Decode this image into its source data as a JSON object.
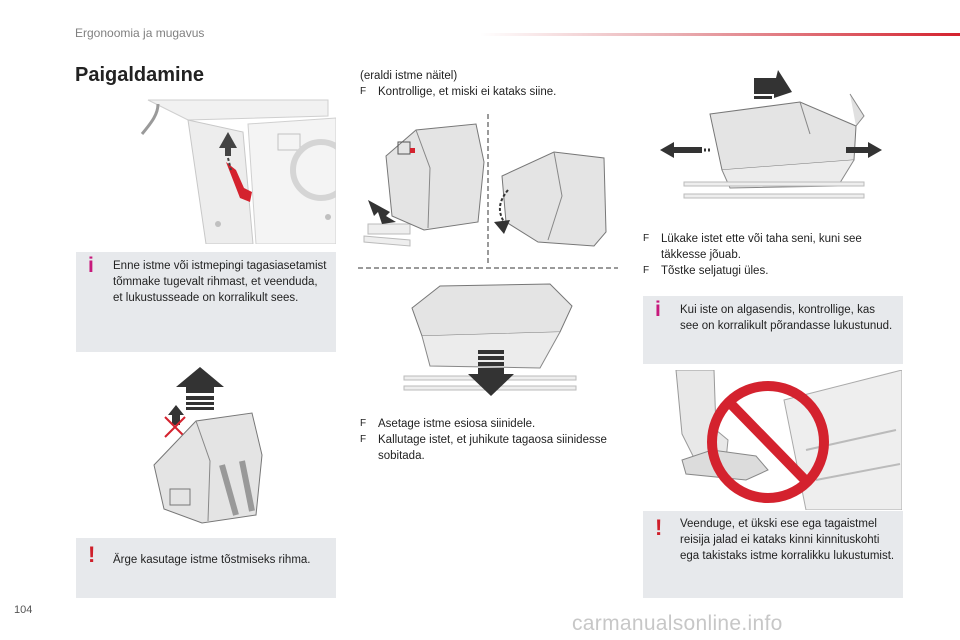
{
  "header": {
    "section": "Ergonoomia ja mugavus"
  },
  "page": {
    "title": "Paigaldamine",
    "number": "104"
  },
  "col2": {
    "intro": "(eraldi istme näitel)",
    "steps_top": [
      {
        "symbol": "F",
        "text": "Kontrollige, et miski ei kataks siine."
      }
    ],
    "steps_middle": [
      {
        "symbol": "F",
        "text": "Asetage istme esiosa siinidele."
      },
      {
        "symbol": "F",
        "text": "Kallutage istet, et juhikute tagaosa siinidesse sobitada."
      }
    ]
  },
  "col3": {
    "steps": [
      {
        "symbol": "F",
        "text": "Lükake istet ette või taha seni, kuni see täkkesse jõuab."
      },
      {
        "symbol": "F",
        "text": "Tõstke seljatugi üles."
      }
    ]
  },
  "notes": {
    "strap_info": {
      "icon": "info-icon",
      "symbol": "i",
      "text": "Enne istme või istmepingi tagasiasetamist tõmmake tugevalt rihmast, et veenduda, et lukustusseade on korralikult sees."
    },
    "lift_warning": {
      "icon": "warning-icon",
      "symbol": "!",
      "text": "Ärge kasutage istme tõstmiseks rihma."
    },
    "position_info": {
      "icon": "info-icon",
      "symbol": "i",
      "text": "Kui iste on algasendis, kontrollige, kas see on korralikult põrandasse lukustunud."
    },
    "feet_warning": {
      "icon": "warning-icon",
      "symbol": "!",
      "text": "Veenduge, et ükski ese ega tagaistmel reisija jalad ei kataks kinni kinnituskohti ega takistaks istme korralikku lukustumist."
    }
  },
  "colors": {
    "accent_red": "#d4222e",
    "info_magenta": "#c7197c",
    "note_bg": "#e7e9ec"
  },
  "watermark": "carmanualsonline.info"
}
